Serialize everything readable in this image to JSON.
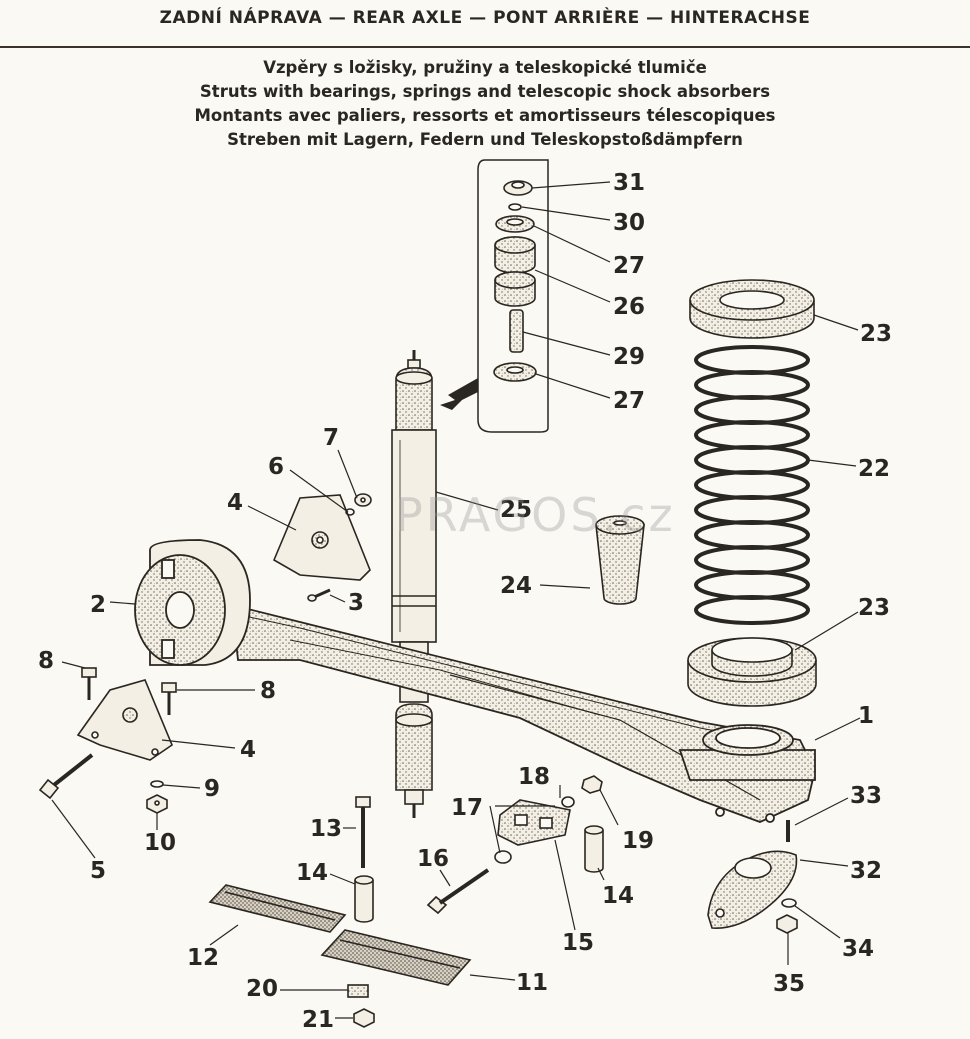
{
  "header": {
    "title": "ZADNÍ NÁPRAVA — REAR AXLE — PONT ARRIÈRE — HINTERACHSE"
  },
  "subtitles": [
    "Vzpěry s ložisky, pružiny a teleskopické tlumiče",
    "Struts with bearings, springs and telescopic shock absorbers",
    "Montants avec paliers, ressorts et amortisseurs télescopiques",
    "Streben mit Lagern, Federn und Teleskopstoßdämpfern"
  ],
  "watermark": "PRAGOS.cz",
  "callouts": {
    "c1": "1",
    "c2": "2",
    "c3": "3",
    "c4a": "4",
    "c4b": "4",
    "c5": "5",
    "c6": "6",
    "c7": "7",
    "c8a": "8",
    "c8b": "8",
    "c9": "9",
    "c10": "10",
    "c11": "11",
    "c12": "12",
    "c13": "13",
    "c14a": "14",
    "c14b": "14",
    "c15": "15",
    "c16": "16",
    "c17": "17",
    "c18": "18",
    "c19": "19",
    "c20": "20",
    "c21": "21",
    "c22": "22",
    "c23a": "23",
    "c23b": "23",
    "c24": "24",
    "c25": "25",
    "c26": "26",
    "c27a": "27",
    "c27b": "27",
    "c29": "29",
    "c30": "30",
    "c31": "31",
    "c32": "32",
    "c33": "33",
    "c34": "34",
    "c35": "35"
  }
}
